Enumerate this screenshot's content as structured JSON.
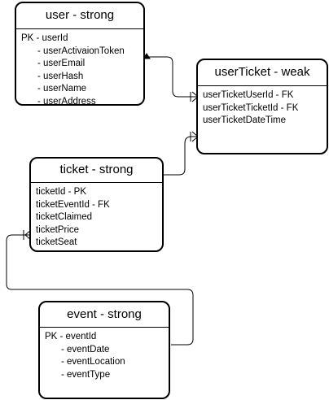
{
  "entities": {
    "user": {
      "title": "user - strong",
      "fields": [
        "PK - userId",
        "- userActivaionToken",
        "- userEmail",
        "- userHash",
        "- userName",
        "- userAddress"
      ]
    },
    "userTicket": {
      "title": "userTicket - weak",
      "fields": [
        "userTicketUserId - FK",
        "userTicketTicketId - FK",
        "userTicketDateTime"
      ]
    },
    "ticket": {
      "title": "ticket - strong",
      "fields": [
        "ticketId - PK",
        "ticketEventId - FK",
        "ticketClaimed",
        "ticketPrice",
        "ticketSeat"
      ]
    },
    "event": {
      "title": "event - strong",
      "fields": [
        "PK - eventId",
        "- eventDate",
        "- eventLocation",
        "- eventType"
      ]
    }
  },
  "relationships": [
    {
      "from": "user",
      "to": "userTicket",
      "from_end": "one",
      "to_end": "many"
    },
    {
      "from": "ticket",
      "to": "userTicket",
      "from_end": "one",
      "to_end": "many"
    },
    {
      "from": "event",
      "to": "ticket",
      "from_end": "one",
      "to_end": "many"
    }
  ]
}
